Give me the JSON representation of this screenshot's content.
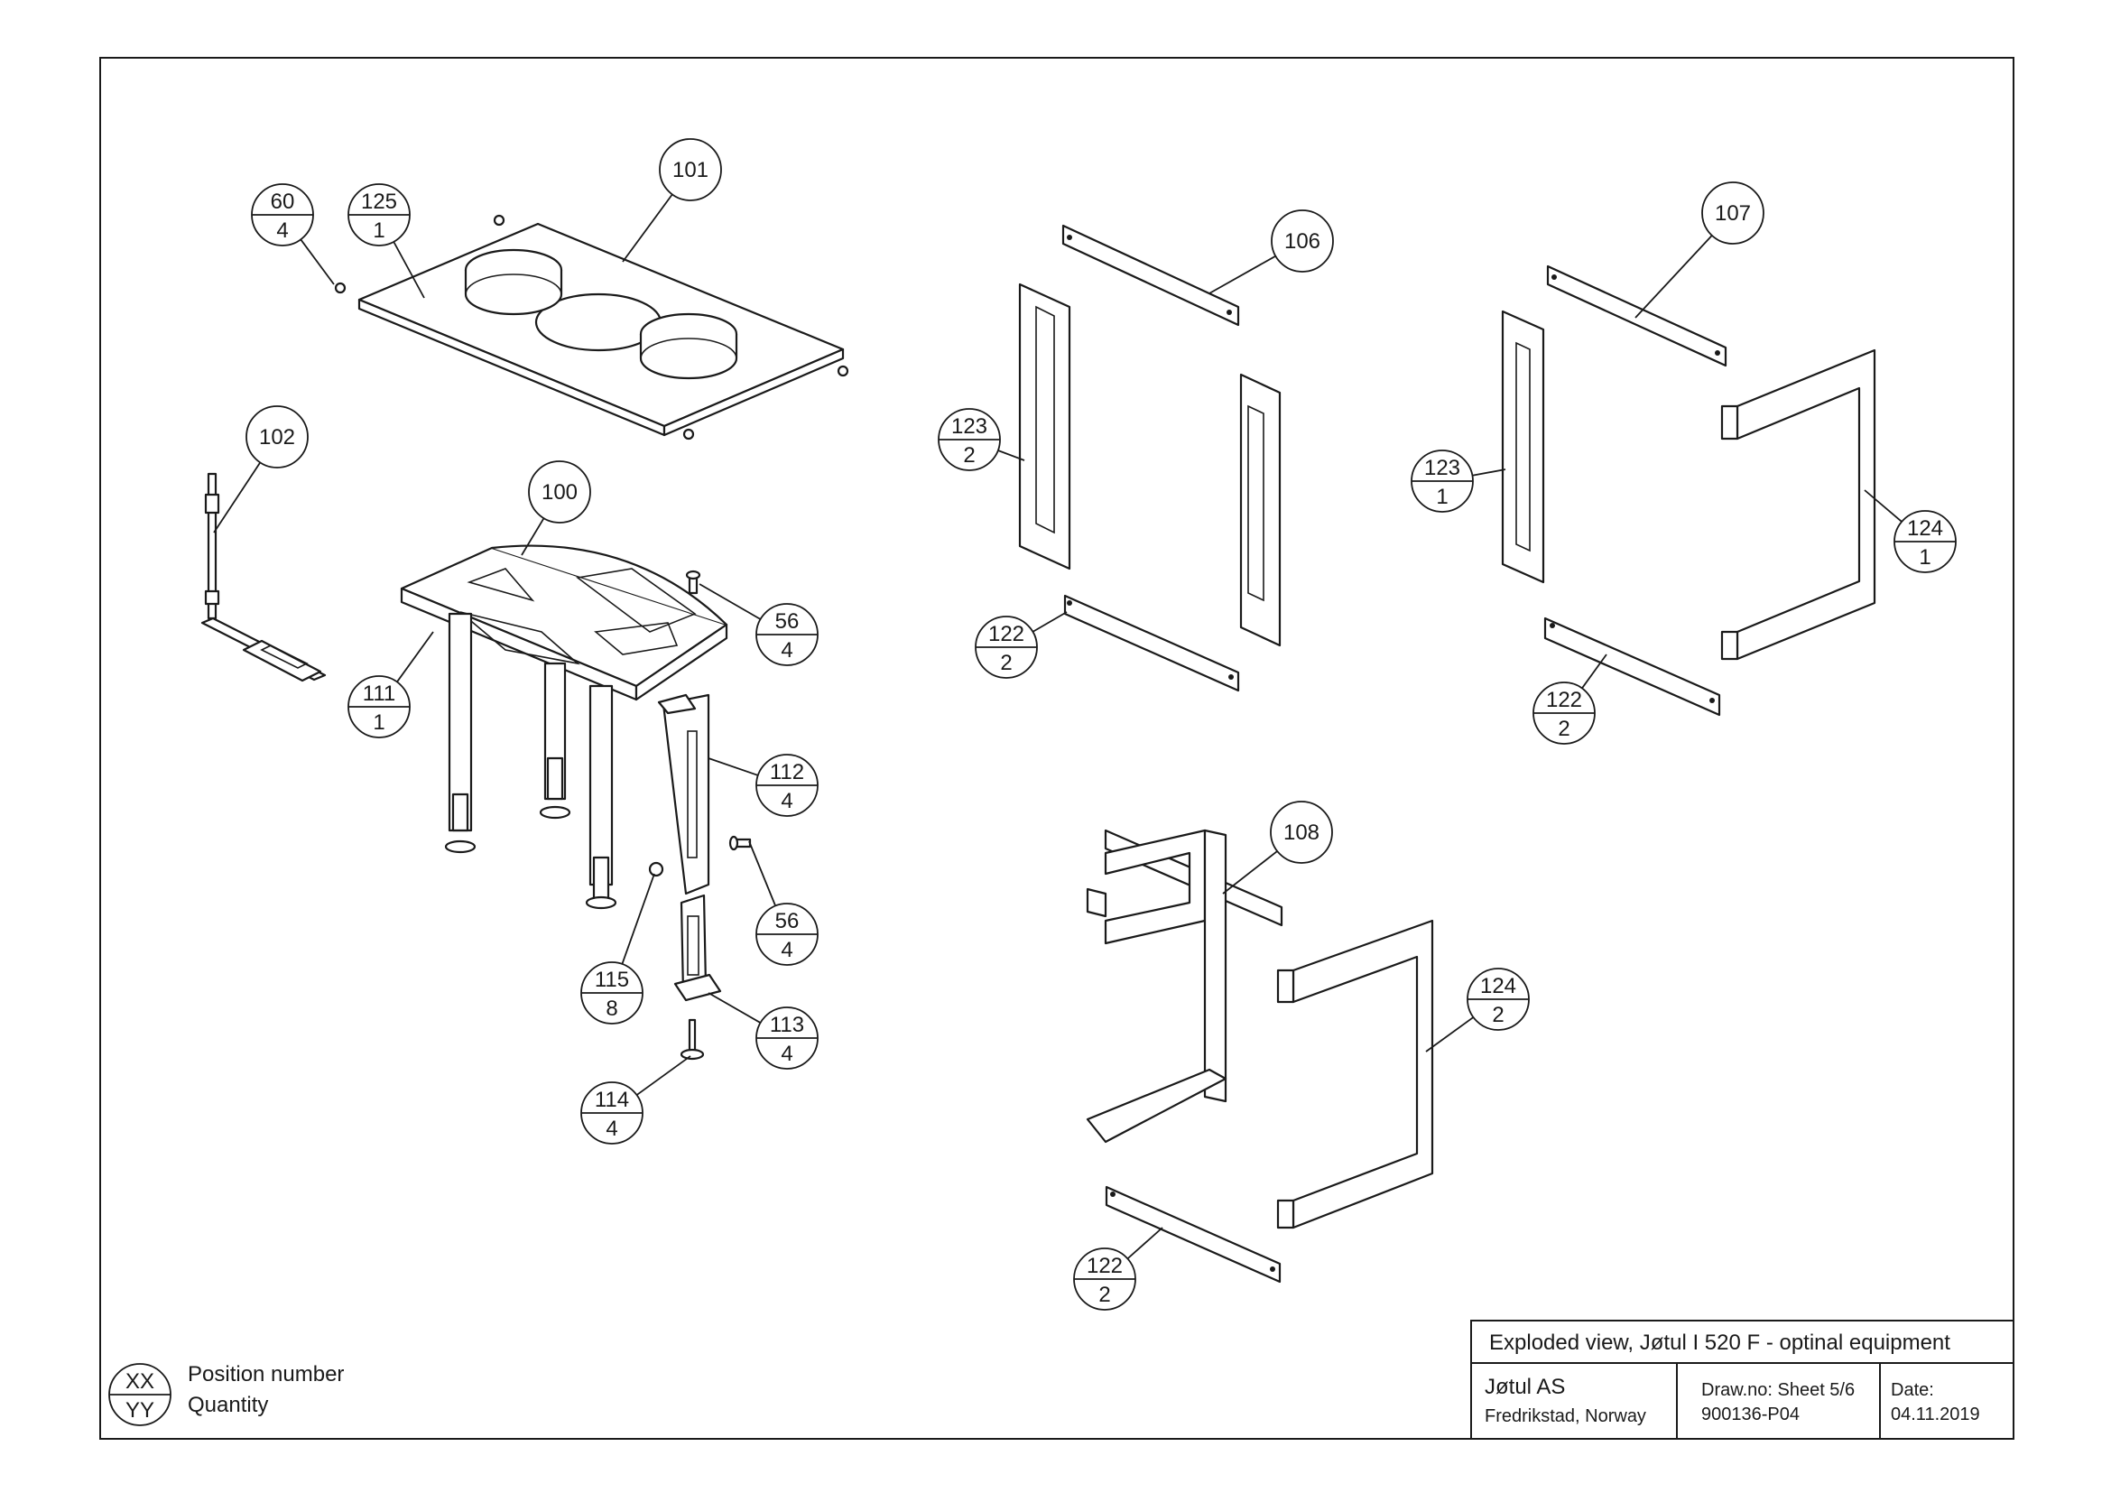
{
  "balloons": [
    {
      "id": "b-60",
      "pos": "60",
      "qty": "4"
    },
    {
      "id": "b-125",
      "pos": "125",
      "qty": "1"
    },
    {
      "id": "b-101",
      "pos": "101",
      "qty": ""
    },
    {
      "id": "b-102",
      "pos": "102",
      "qty": ""
    },
    {
      "id": "b-100",
      "pos": "100",
      "qty": ""
    },
    {
      "id": "b-56a",
      "pos": "56",
      "qty": "4"
    },
    {
      "id": "b-111",
      "pos": "111",
      "qty": "1"
    },
    {
      "id": "b-112",
      "pos": "112",
      "qty": "4"
    },
    {
      "id": "b-56b",
      "pos": "56",
      "qty": "4"
    },
    {
      "id": "b-115",
      "pos": "115",
      "qty": "8"
    },
    {
      "id": "b-113",
      "pos": "113",
      "qty": "4"
    },
    {
      "id": "b-114",
      "pos": "114",
      "qty": "4"
    },
    {
      "id": "b-106",
      "pos": "106",
      "qty": ""
    },
    {
      "id": "b-123a",
      "pos": "123",
      "qty": "2"
    },
    {
      "id": "b-122a",
      "pos": "122",
      "qty": "2"
    },
    {
      "id": "b-107",
      "pos": "107",
      "qty": ""
    },
    {
      "id": "b-123b",
      "pos": "123",
      "qty": "1"
    },
    {
      "id": "b-124a",
      "pos": "124",
      "qty": "1"
    },
    {
      "id": "b-122b",
      "pos": "122",
      "qty": "2"
    },
    {
      "id": "b-108",
      "pos": "108",
      "qty": ""
    },
    {
      "id": "b-124b",
      "pos": "124",
      "qty": "2"
    },
    {
      "id": "b-122c",
      "pos": "122",
      "qty": "2"
    }
  ],
  "legend": {
    "top_code": "XX",
    "bottom_code": "YY",
    "label_top": "Position number",
    "label_bottom": "Quantity"
  },
  "title_block": {
    "title": "Exploded view, Jøtul I 520 F - optinal equipment",
    "company": "Jøtul AS",
    "location": "Fredrikstad, Norway",
    "draw_no_label": "Draw.no: Sheet 5/6",
    "draw_no": "900136-P04",
    "date_label": "Date:",
    "date": "04.11.2019"
  }
}
